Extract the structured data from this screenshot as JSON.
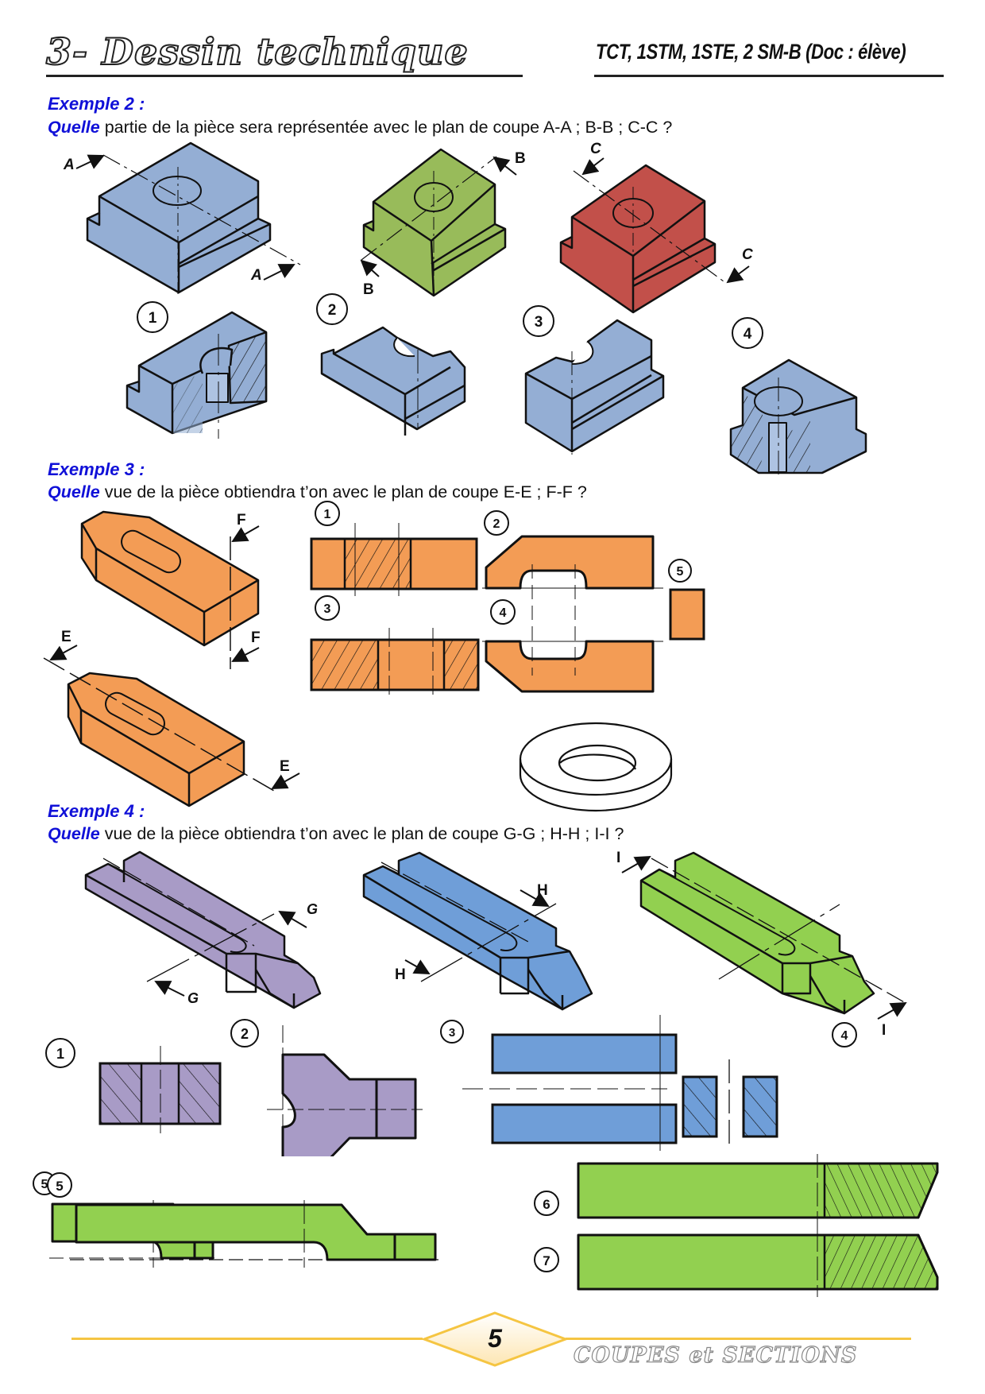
{
  "header": {
    "title": "3- Dessin technique",
    "classes": "TCT, 1STM, 1STE,  2 SM-B (Doc : élève)"
  },
  "examples": [
    {
      "title": "Exemple 2 :",
      "question_lead": "Quelle",
      "question_rest": " partie de la pièce sera représentée avec le plan de coupe A-A ; B-B ; C-C ?",
      "cut_labels": [
        "A",
        "A",
        "B",
        "B",
        "C",
        "C"
      ],
      "answer_labels": [
        "1",
        "2",
        "3",
        "4"
      ],
      "colors": {
        "blue": "#94aed4",
        "green": "#98bb5a",
        "red": "#c2504a"
      }
    },
    {
      "title": "Exemple 3 :",
      "question_lead": "Quelle",
      "question_rest": " vue de la pièce obtiendra t’on avec le plan de coupe E-E ; F-F ?",
      "cut_labels": [
        "F",
        "F",
        "E",
        "E"
      ],
      "answer_labels": [
        "1",
        "2",
        "3",
        "4",
        "5"
      ],
      "colors": {
        "orange": "#f39c55"
      }
    },
    {
      "title": "Exemple 4 :",
      "question_lead": "Quelle",
      "question_rest": " vue de la pièce obtiendra t’on avec le plan de coupe G-G ; H-H ; I-I ?",
      "cut_labels": [
        "G",
        "G",
        "H",
        "H",
        "I",
        "I"
      ],
      "answer_labels": [
        "1",
        "2",
        "3",
        "4",
        "5",
        "6",
        "7"
      ],
      "colors": {
        "purple": "#a89bc6",
        "blue": "#6f9ed8",
        "green": "#92d050"
      }
    }
  ],
  "footer": {
    "page_number": "5",
    "section": "COUPES et SECTIONS",
    "accent": "#f5c542"
  }
}
